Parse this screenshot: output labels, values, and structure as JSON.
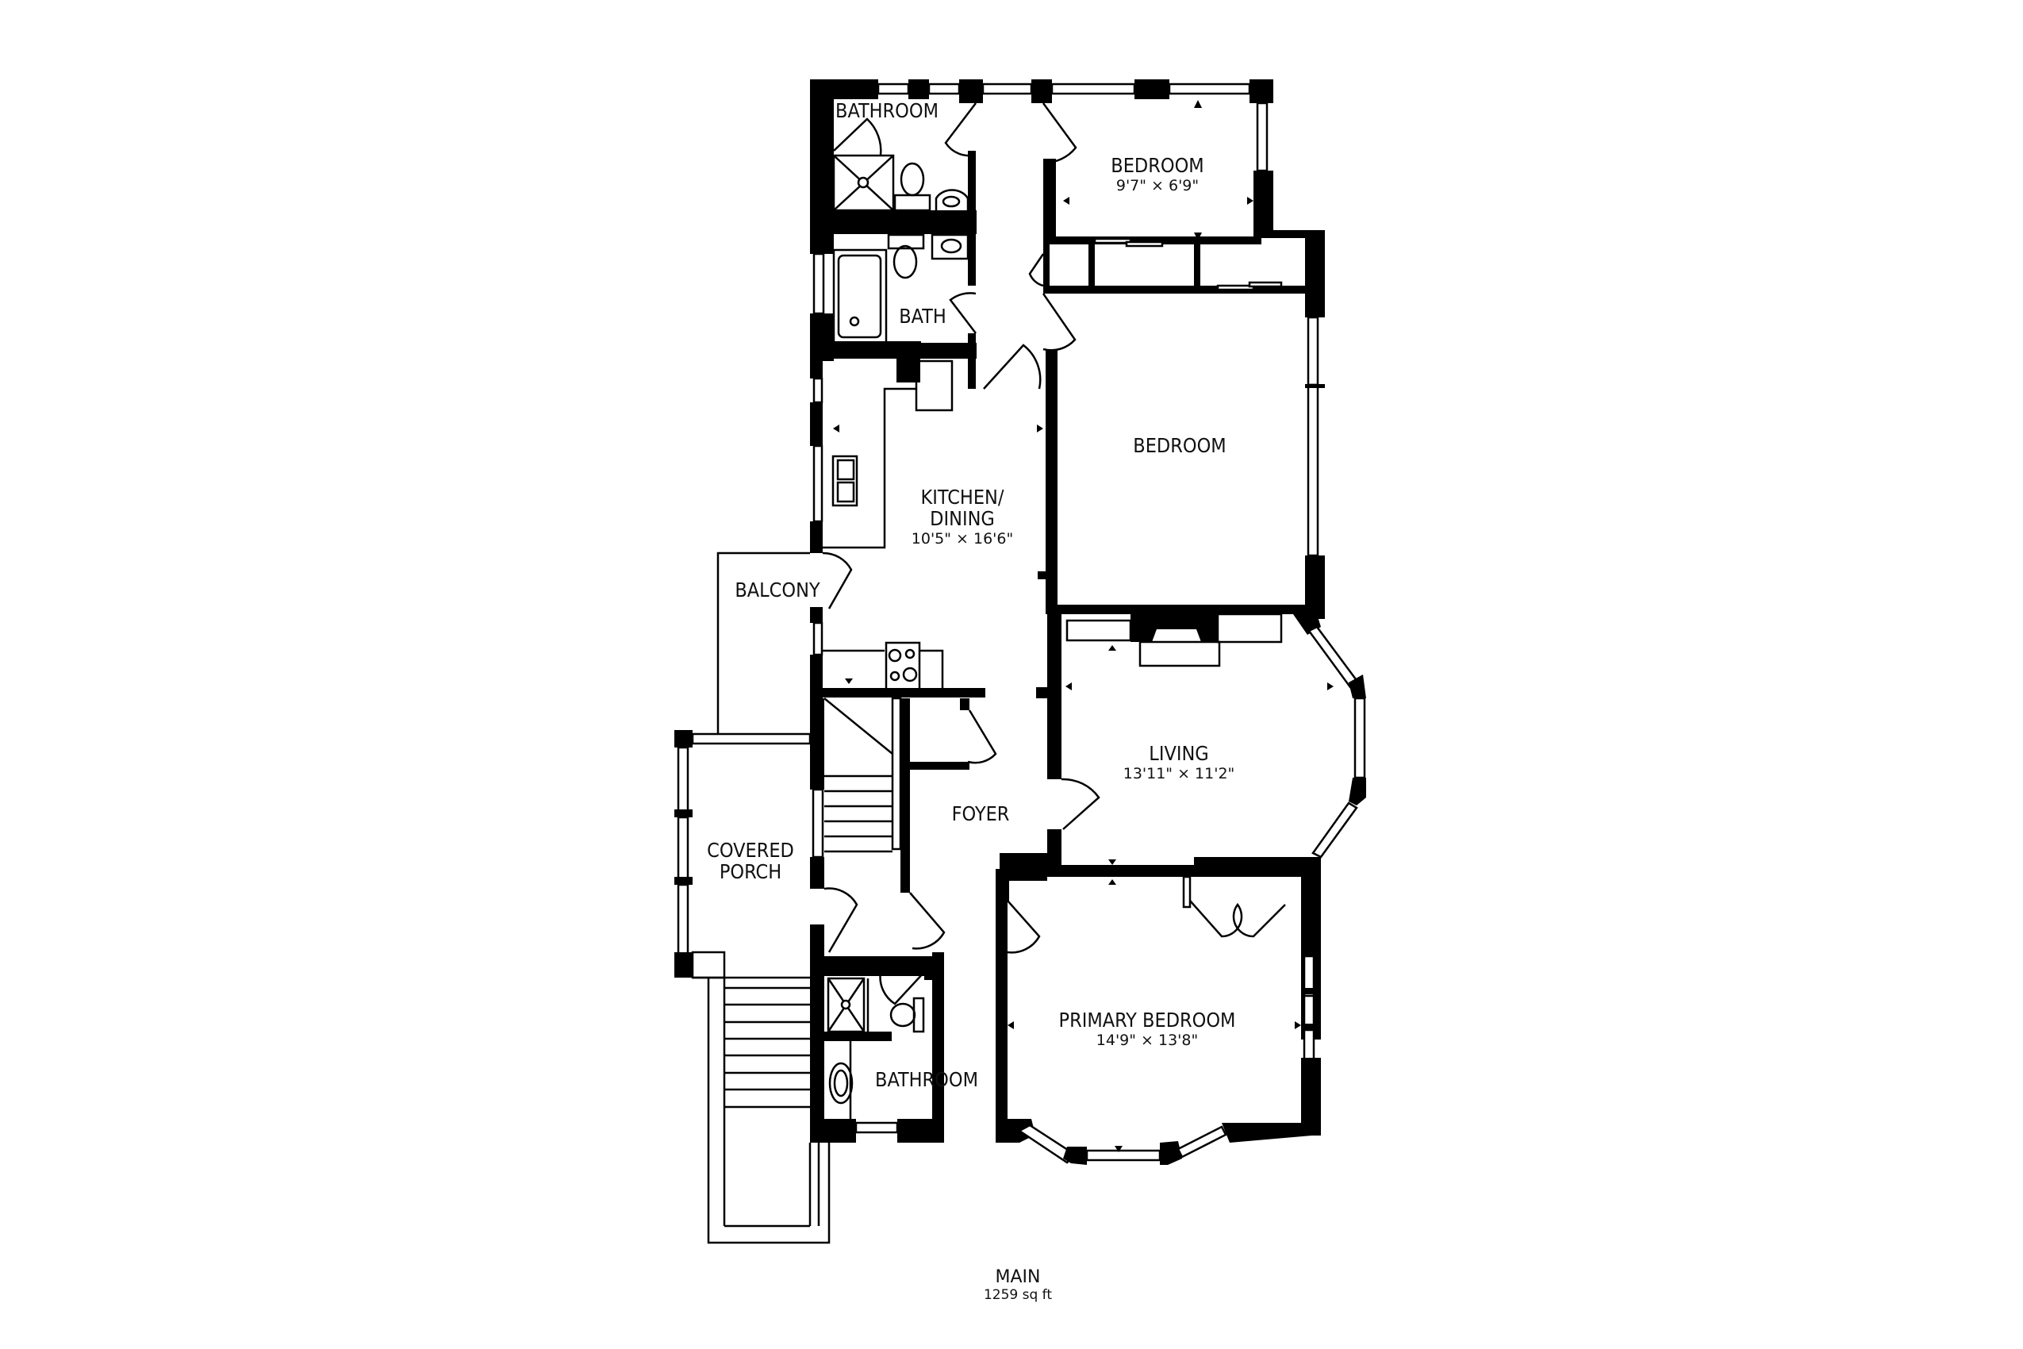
{
  "floor": {
    "name": "MAIN",
    "area": "1259 sq ft"
  },
  "rooms": {
    "bathroom_upper": {
      "name": "BATHROOM"
    },
    "bedroom_small": {
      "name": "BEDROOM",
      "dimensions": "9'7\" × 6'9\""
    },
    "bath": {
      "name": "BATH"
    },
    "bedroom": {
      "name": "BEDROOM"
    },
    "kitchen_dining": {
      "name_line1": "KITCHEN/",
      "name_line2": "DINING",
      "dimensions": "10'5\" × 16'6\""
    },
    "balcony": {
      "name": "BALCONY"
    },
    "living": {
      "name": "LIVING",
      "dimensions": "13'11\" × 11'2\""
    },
    "foyer": {
      "name": "FOYER"
    },
    "covered_porch": {
      "name_line1": "COVERED",
      "name_line2": "PORCH"
    },
    "primary_bedroom": {
      "name": "PRIMARY BEDROOM",
      "dimensions": "14'9\" × 13'8\""
    },
    "bathroom_lower": {
      "name": "BATHROOM"
    }
  },
  "colors": {
    "wall": "#000000",
    "background": "#ffffff"
  }
}
